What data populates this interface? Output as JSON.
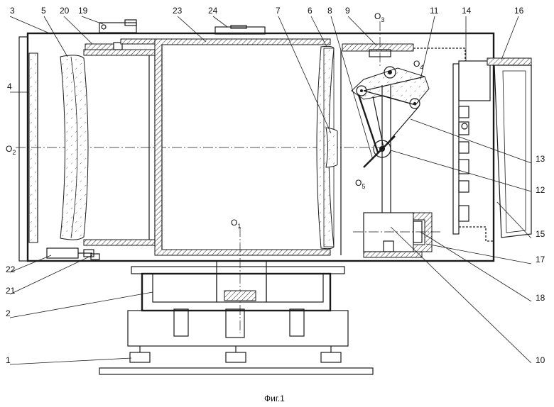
{
  "figure": {
    "caption": "Фиг.1",
    "labels": {
      "l1": "1",
      "l2": "2",
      "l3": "3",
      "l4": "4",
      "l5": "5",
      "l6": "6",
      "l7": "7",
      "l8": "8",
      "l9": "9",
      "l10": "10",
      "l11": "11",
      "l12": "12",
      "l13": "13",
      "l14": "14",
      "l15": "15",
      "l16": "16",
      "l17": "17",
      "l18": "18",
      "l19": "19",
      "l20": "20",
      "l21": "21",
      "l22": "22",
      "l23": "23",
      "l24": "24"
    },
    "axes": {
      "o1": "O",
      "o1_sub": "1",
      "o2": "O",
      "o2_sub": "2",
      "o3": "O",
      "o3_sub": "3",
      "o4": "O",
      "o4_sub": "4",
      "o5": "O",
      "o5_sub": "5"
    }
  }
}
